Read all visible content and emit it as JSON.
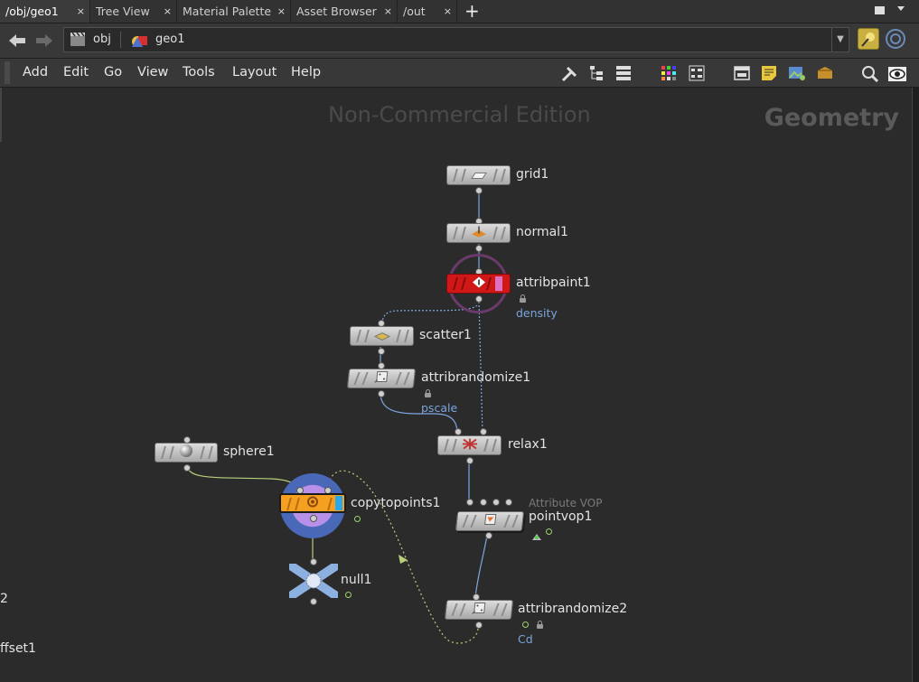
{
  "tabs": [
    {
      "label": "/obj/geo1",
      "active": true
    },
    {
      "label": "Tree View",
      "active": false
    },
    {
      "label": "Material Palette",
      "active": false
    },
    {
      "label": "Asset Browser",
      "active": false
    },
    {
      "label": "/out",
      "active": false
    }
  ],
  "tab_close_glyph": "×",
  "add_tab_glyph": "+",
  "path": {
    "crumbs": [
      {
        "label": "obj",
        "icon": "obj-context-icon"
      },
      {
        "label": "geo1",
        "icon": "geo-node-icon"
      }
    ]
  },
  "menu": [
    "Add",
    "Edit",
    "Go",
    "View",
    "Tools",
    "Layout",
    "Help"
  ],
  "canvas": {
    "watermark": "Non-Commercial Edition",
    "context_label": "Geometry",
    "partial_left_labels": [
      "2",
      "ffset1"
    ]
  },
  "nodes": [
    {
      "name": "grid1"
    },
    {
      "name": "normal1"
    },
    {
      "name": "attribpaint1",
      "attr": "density"
    },
    {
      "name": "scatter1"
    },
    {
      "name": "attribrandomize1",
      "attr": "pscale"
    },
    {
      "name": "relax1"
    },
    {
      "name": "sphere1"
    },
    {
      "name": "copytopoints1"
    },
    {
      "name": "pointvop1",
      "subtype": "Attribute VOP"
    },
    {
      "name": "null1"
    },
    {
      "name": "attribrandomize2",
      "attr": "Cd"
    }
  ],
  "colors": {
    "accent_blue": "#7ba4db",
    "attribpaint_red": "#d01818",
    "copy_orange": "#f5a020",
    "display_flag_green": "#9bd36b"
  }
}
